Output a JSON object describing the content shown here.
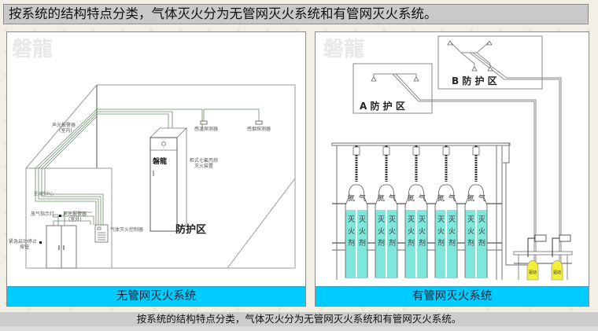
{
  "header": {
    "title": "按系统的结构特点分类，气体灭火分为无管网灭火系统和有管网灭火系统。"
  },
  "footer": {
    "text": "按系统的结构特点分类，气体灭火分为无管网灭火系统和有管网灭火系统。"
  },
  "colors": {
    "caption_bg": "#00ccff",
    "agent_fill": "#7fe6dc",
    "pilot_cylinder": "#f2ef3a",
    "title_bar_bg": "#c9c9c9"
  },
  "watermark": "磐龍",
  "left_panel": {
    "caption": "无管网灭火系统",
    "labels": {
      "alarm_indoor": "声光报警器",
      "alarm_indoor_sub": "(室内)",
      "temp_detector": "感温探测器",
      "smoke_detector": "感烟探测器",
      "cabinet_brand": "磐龍",
      "cabinet_desc_1": "柜式七氟丙烷",
      "cabinet_desc_2": "灭火装置",
      "to_fire_center": "至消控中心",
      "release_light": "放气指示灯",
      "alarm_outdoor": "声光报警器",
      "alarm_outdoor_sub": "(室外)",
      "emergency_button_1": "紧急启动停止",
      "emergency_button_2": "按钮",
      "controller": "气体灭火控制器",
      "zone": "防护区"
    }
  },
  "right_panel": {
    "caption": "有管网灭火系统",
    "zones": {
      "a": "A 防 护 区",
      "b": "B 防 护 区"
    },
    "cylinders": [
      {
        "top_left": "氮",
        "top_right": "气",
        "agent": [
          "灭",
          "火",
          "剂"
        ]
      },
      {
        "top_left": "氮",
        "top_right": "气",
        "agent": [
          "灭",
          "火",
          "剂"
        ]
      },
      {
        "top_left": "氮",
        "top_right": "气",
        "agent": [
          "灭",
          "火",
          "剂"
        ]
      },
      {
        "top_left": "氮",
        "top_right": "气",
        "agent": [
          "灭",
          "火",
          "剂"
        ]
      },
      {
        "top_left": "氮",
        "top_right": "气",
        "agent": [
          "灭",
          "火",
          "剂"
        ]
      }
    ],
    "pilot_cylinders": [
      {
        "label": "驱动"
      },
      {
        "label": "驱动"
      }
    ]
  }
}
